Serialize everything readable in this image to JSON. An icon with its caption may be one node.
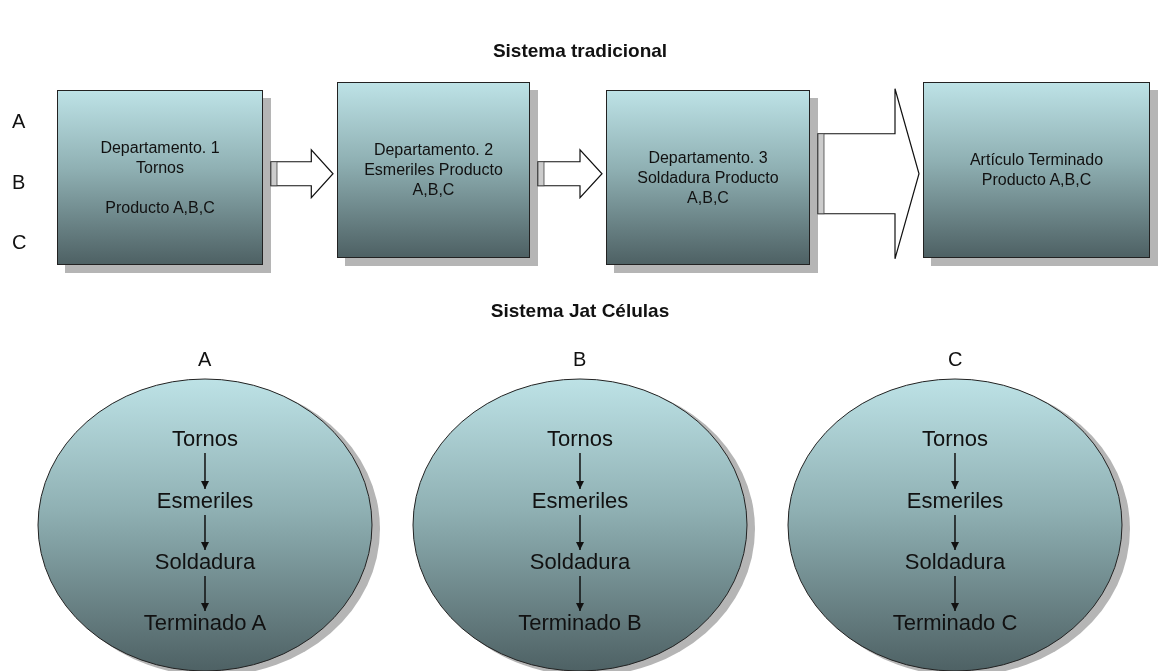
{
  "diagram": {
    "title": "Sistema tradicional",
    "nodes": [
      {
        "text": [
          "Departamento. 1 Tornos",
          "Producto A,B,C"
        ]
      },
      {
        "text": [
          "Departamento. 2 Esmeriles Producto A,B,C"
        ]
      },
      {
        "text": [
          "Departamento. 3 Soldadura Producto A,B,C"
        ]
      },
      {
        "text": [
          "Artículo Terminado Producto A,B,C"
        ]
      },
      {
        "text": [],
        "shape": "ellipse",
        "beside": [
          "A"
        ]
      },
      {
        "text": [
          "Tornos"
        ],
        "in": 4
      },
      {
        "text": [
          "Esmeriles"
        ],
        "in": 4
      },
      {
        "text": [
          "Soldadura"
        ],
        "in": 4
      },
      {
        "text": [
          "Terminado A"
        ],
        "in": 4
      },
      {
        "text": [],
        "shape": "ellipse",
        "beside": [
          "B"
        ]
      },
      {
        "text": [
          "Tornos"
        ],
        "in": 9
      },
      {
        "text": [
          "Esmeriles"
        ],
        "in": 9
      },
      {
        "text": [
          "Soldadura"
        ],
        "in": 9
      },
      {
        "text": [
          "Terminado B"
        ],
        "in": 9
      },
      {
        "text": [],
        "shape": "ellipse",
        "beside": [
          "C"
        ]
      },
      {
        "text": [
          "Tornos"
        ],
        "in": 14
      },
      {
        "text": [
          "Esmeriles"
        ],
        "in": 14
      },
      {
        "text": [
          "Soldadura"
        ],
        "in": 14
      },
      {
        "text": [
          "Terminado C"
        ],
        "in": 14
      }
    ],
    "edges": [
      {
        "from": 0,
        "to": 1,
        "arrow": "to",
        "style": "thick"
      },
      {
        "from": 1,
        "to": 2,
        "arrow": "to",
        "style": "thick"
      },
      {
        "from": 2,
        "to": 3,
        "arrow": "to",
        "style": "thick"
      },
      {
        "from": 5,
        "to": 6,
        "arrow": "to"
      },
      {
        "from": 6,
        "to": 7,
        "arrow": "to"
      },
      {
        "from": 7,
        "to": 8,
        "arrow": "to"
      },
      {
        "from": 10,
        "to": 11,
        "arrow": "to"
      },
      {
        "from": 11,
        "to": 12,
        "arrow": "to"
      },
      {
        "from": 12,
        "to": 13,
        "arrow": "to"
      },
      {
        "from": 15,
        "to": 16,
        "arrow": "to"
      },
      {
        "from": 16,
        "to": 17,
        "arrow": "to"
      },
      {
        "from": 17,
        "to": 18,
        "arrow": "to"
      }
    ],
    "labels": [
      "A",
      "B",
      "C",
      "Sistema Jat Células"
    ]
  }
}
